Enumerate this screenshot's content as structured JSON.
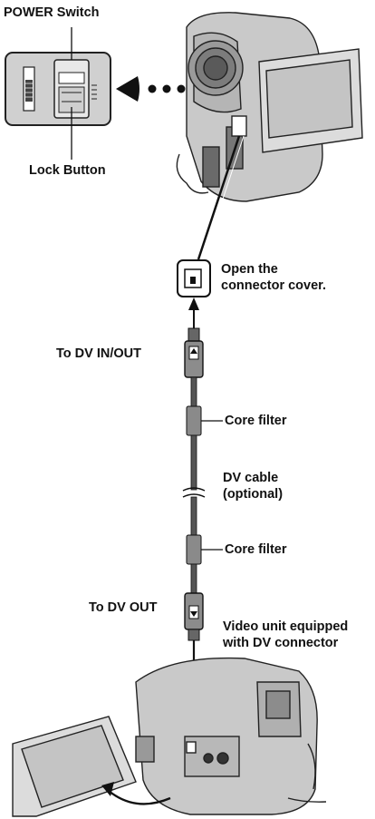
{
  "labels": {
    "power_switch": "POWER Switch",
    "lock_button": "Lock Button",
    "open_cover_line1": "Open the",
    "open_cover_line2": "connector cover.",
    "to_dv_inout": "To DV IN/OUT",
    "core_filter_top": "Core filter",
    "dv_cable_line1": "DV cable",
    "dv_cable_line2": "(optional)",
    "core_filter_bottom": "Core filter",
    "to_dv_out": "To DV OUT",
    "video_unit_line1": "Video unit equipped",
    "video_unit_line2": "with DV connector"
  },
  "colors": {
    "cable": "#555555",
    "core_filter": "#8a8a8a",
    "device_body": "#c9c9c9",
    "inset_bg": "#d0d0d0"
  }
}
